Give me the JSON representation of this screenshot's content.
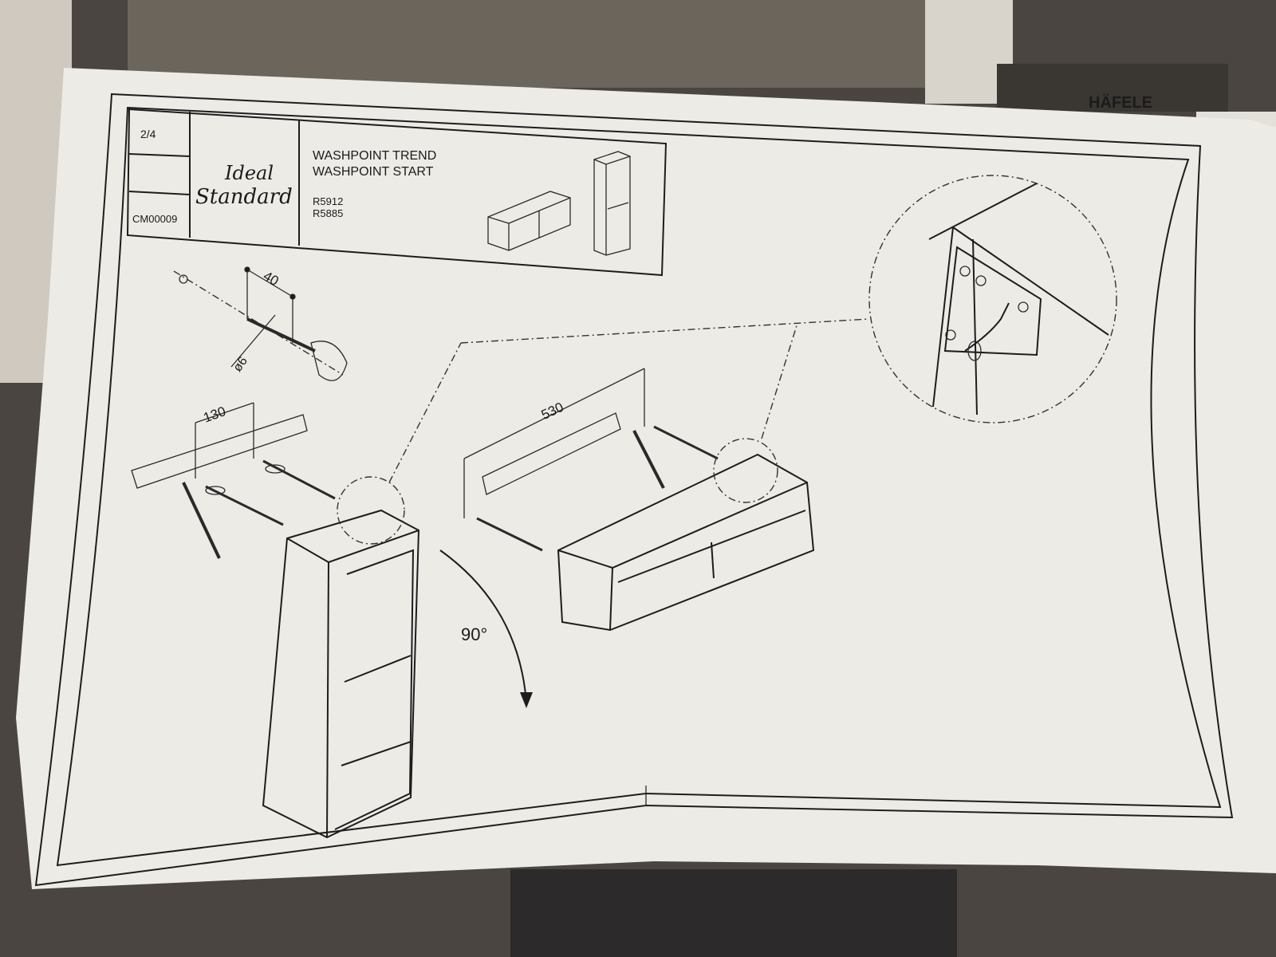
{
  "background": {
    "box_label": "HÄFELE",
    "colors": {
      "background": "#4a4540",
      "paper": "#ecebe6",
      "ink": "#1d1d1d",
      "box_accent": "#b22a2a"
    }
  },
  "title_block": {
    "page": "2/4",
    "doc_code": "CM00009",
    "brand_logo": "Ideal Standard",
    "brand_line1": "Ideal",
    "brand_line2": "Standard",
    "product_lines": [
      "WASHPOINT TREND",
      "WASHPOINT START"
    ],
    "product_codes": [
      "R5912",
      "R5885"
    ]
  },
  "diagram": {
    "drill_depth": "40",
    "drill_diameter": "ø6",
    "vertical_spacing": "130",
    "horizontal_spacing": "530",
    "rotation": "90°"
  }
}
